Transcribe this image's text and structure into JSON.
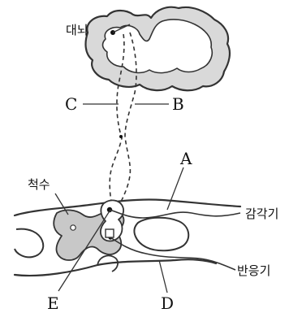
{
  "labels": {
    "brain": "대뇌",
    "spinal_cord": "척수",
    "sensory_organ": "감각기",
    "effector": "반응기",
    "A": "A",
    "B": "B",
    "C": "C",
    "D": "D",
    "E": "E"
  },
  "colors": {
    "line": "#333333",
    "brain_fill": "#d9d9d9",
    "gray_matter": "#c8c8c8",
    "background": "#ffffff"
  }
}
